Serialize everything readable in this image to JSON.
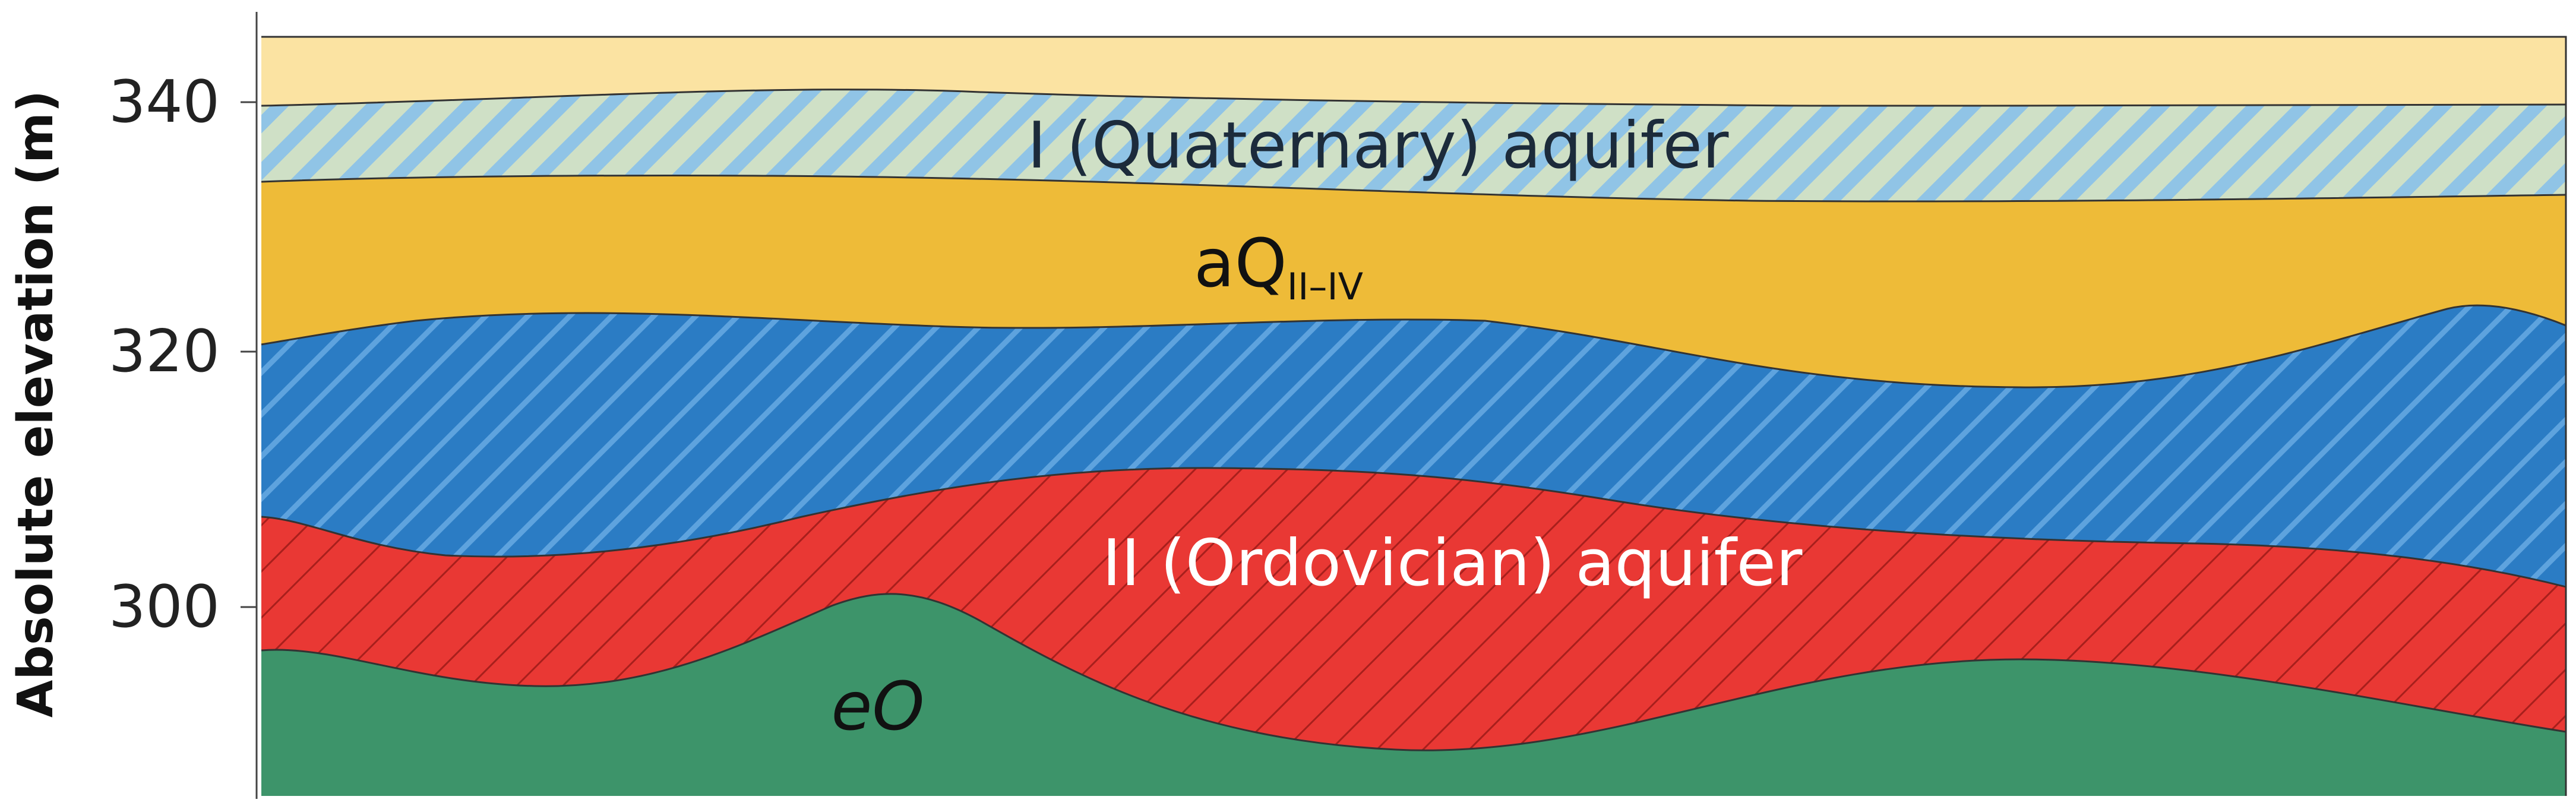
{
  "axis": {
    "ylabel": "Absolute elevation (m)",
    "ticks": [
      "300",
      "320",
      "340"
    ]
  },
  "layers": {
    "quaternary_aquifer_label": "I (Quaternary) aquifer",
    "alluvium_label_main": "aQ",
    "alluvium_label_sub": "II–IV",
    "ordovician_aquifer_label": "II (Ordovician) aquifer",
    "basement_label": "eO"
  },
  "colors": {
    "topsoil": "#fbe3a2",
    "quaternary_aquifer": "#c8dbc4",
    "quaternary_hatch": "#8cc2e8",
    "alluvium": "#eebb38",
    "blue_aquifer": "#2d7fc7",
    "blue_hatch": "#5aa0dc",
    "ordovician_aquifer": "#e93834",
    "ordovician_hatch": "#b02320",
    "basement": "#3d946a"
  }
}
